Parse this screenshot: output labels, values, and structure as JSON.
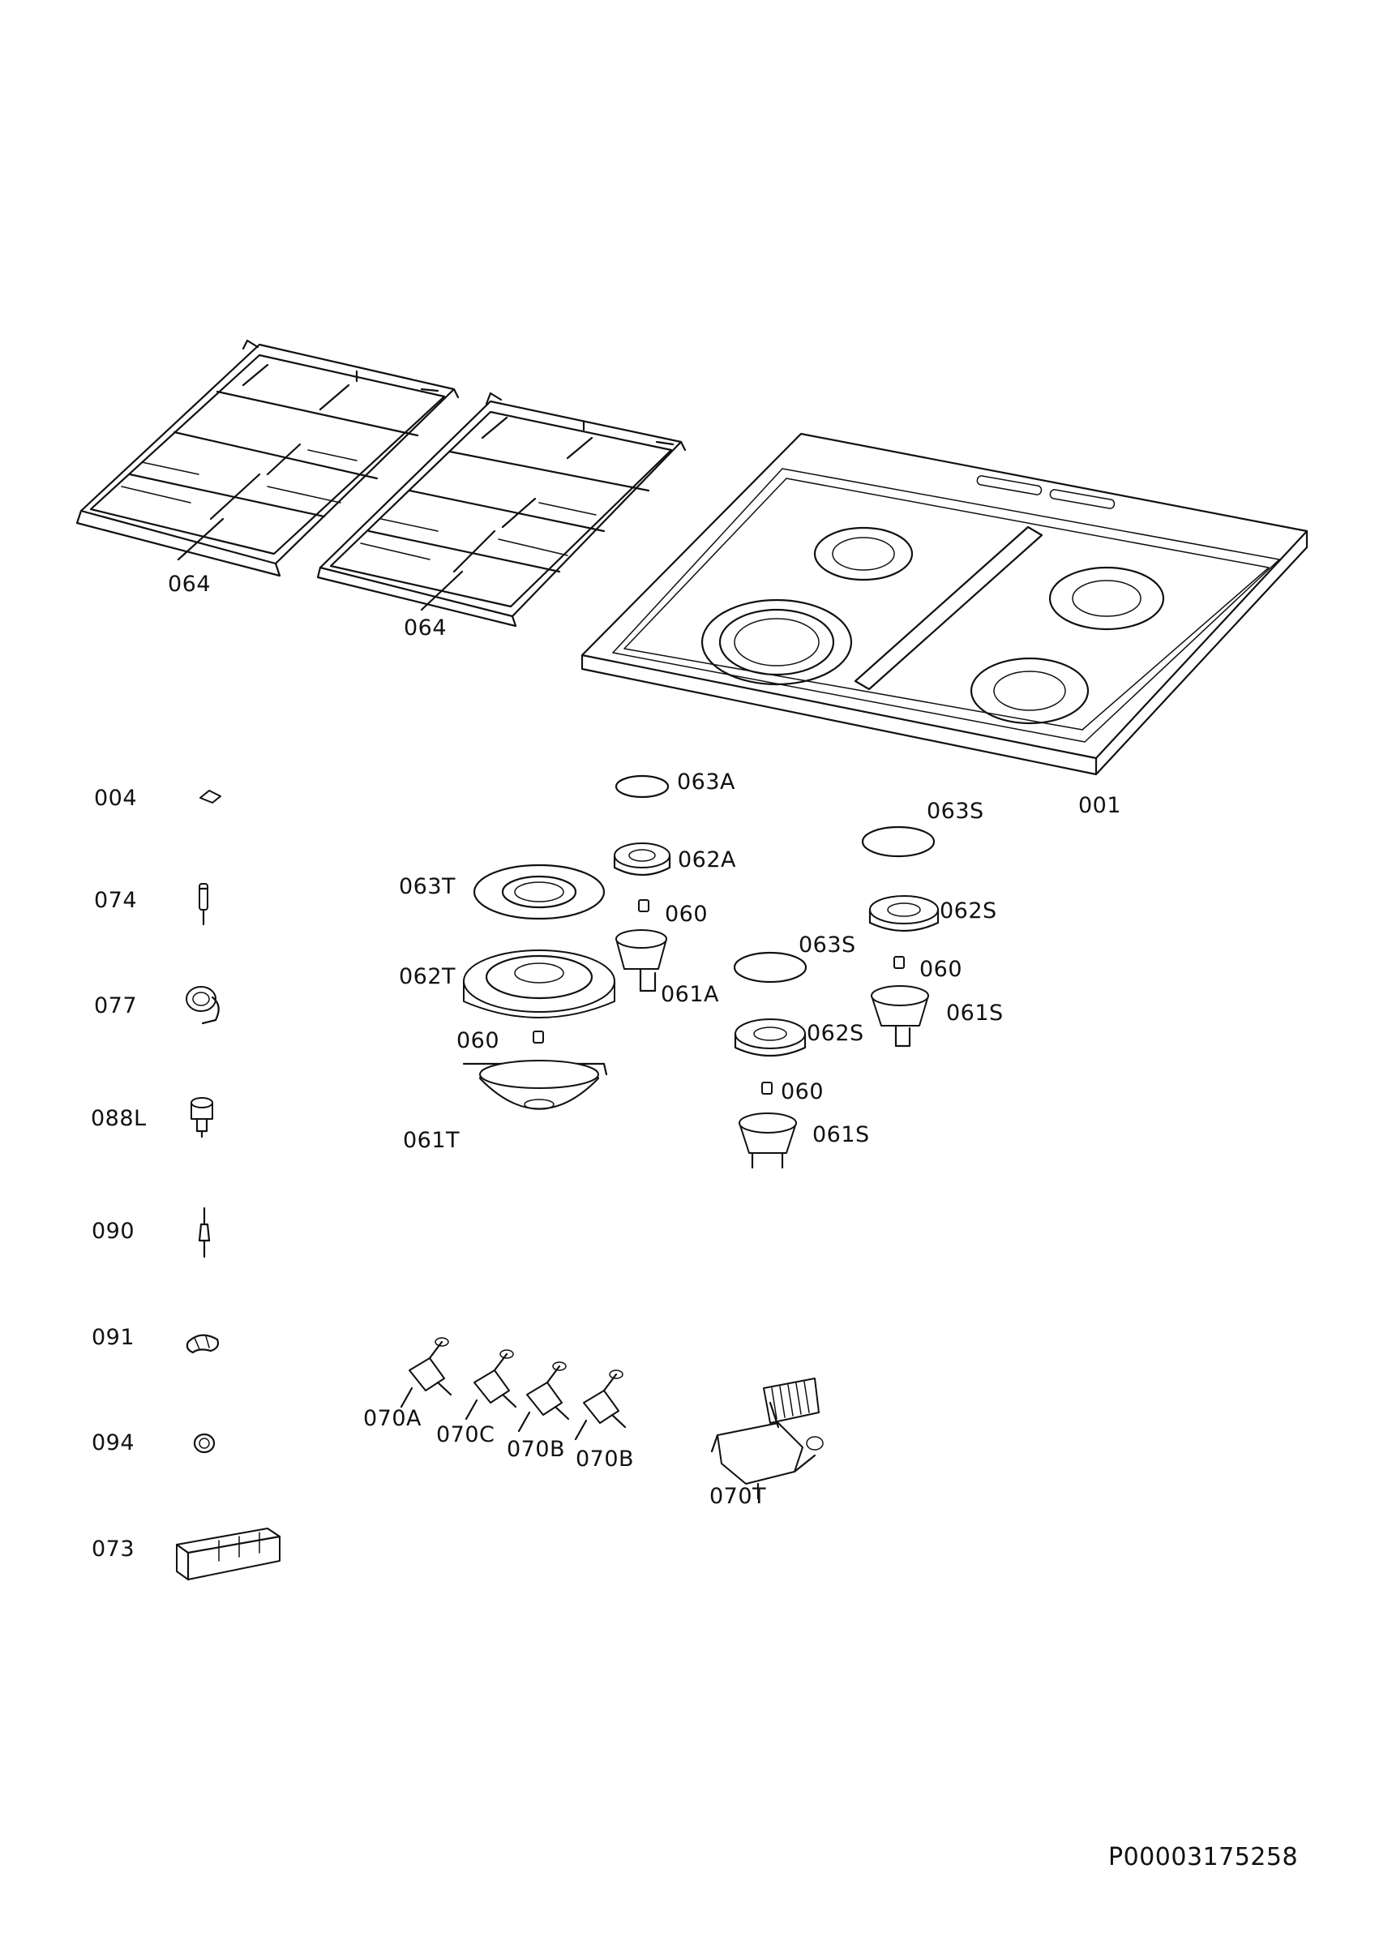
{
  "labels": {
    "grate_left": "064",
    "grate_right": "064",
    "hob_top": "001",
    "part_004": "004",
    "part_074": "074",
    "part_077": "077",
    "part_088l": "088L",
    "part_090": "090",
    "part_091": "091",
    "part_094": "094",
    "part_073": "073",
    "cap_063a": "063A",
    "crown_062a": "062A",
    "injector_060_a": "060",
    "cup_061a": "061A",
    "cap_063t": "063T",
    "crown_062t": "062T",
    "injector_060_t": "060",
    "cup_061t": "061T",
    "cap_063s_top": "063S",
    "crown_062s_top": "062S",
    "injector_060_s_top": "060",
    "cup_061s_top": "061S",
    "cap_063s_mid": "063S",
    "crown_062s_mid": "062S",
    "injector_060_s_mid": "060",
    "cup_061s_mid": "061S",
    "valve_070a": "070A",
    "valve_070c": "070C",
    "valve_070b_1": "070B",
    "valve_070b_2": "070B",
    "valve_070t": "070T"
  },
  "document_id": "P00003175258"
}
